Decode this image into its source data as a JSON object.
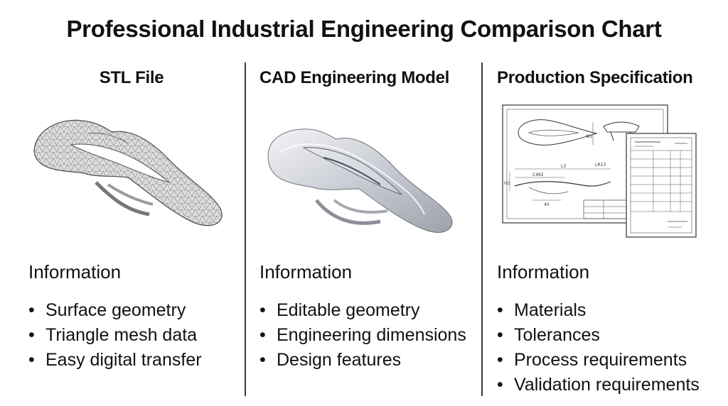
{
  "title": "Professional Industrial Engineering Comparison Chart",
  "columns": [
    {
      "heading": "STL File",
      "info_heading": "Information",
      "items": [
        "Surface geometry",
        "Triangle mesh data",
        "Easy digital transfer"
      ]
    },
    {
      "heading": "CAD Engineering Model",
      "info_heading": "Information",
      "items": [
        "Editable geometry",
        "Engineering dimensions",
        "Design features"
      ]
    },
    {
      "heading": "Production Specification",
      "info_heading": "Information",
      "items": [
        "Materials",
        "Tolerances",
        "Process requirements",
        "Validation requirements"
      ]
    }
  ],
  "drawing_labels": {
    "dim_top": "L3",
    "dim_mid": "C462",
    "dim_small": "40",
    "dim_side": "H2",
    "dim_w": "W1",
    "dim_r": "LR13"
  }
}
